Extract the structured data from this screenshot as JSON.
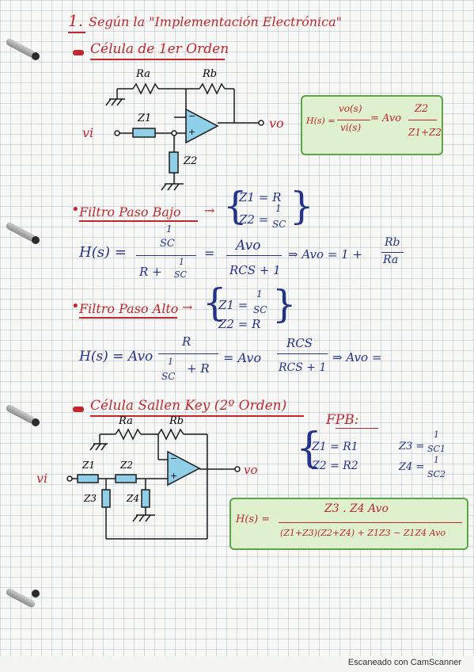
{
  "heading": {
    "number": "1.",
    "title": "Según la \"Implementación Electrónica\""
  },
  "section1": {
    "title": "Célula de 1er Orden",
    "labels": {
      "ra": "Ra",
      "rb": "Rb",
      "vi": "vi",
      "vo": "vo",
      "z1": "Z1",
      "z2": "Z2",
      "minus": "−",
      "plus": "+"
    },
    "formula": {
      "lhs": "H(s) =",
      "frac1_num": "vo(s)",
      "frac1_den": "vi(s)",
      "mid": "= Avo",
      "frac2_num": "Z2",
      "frac2_den": "Z1+Z2"
    }
  },
  "low_pass": {
    "title": "Filtro Paso Bajo",
    "arrow": "→",
    "cond1": "Z1 = R",
    "cond2_num": "1",
    "cond2_pre": "Z2 =",
    "cond2_den": "SC",
    "h_lhs": "H(s) =",
    "f1_num_a": "1",
    "f1_num_b": "SC",
    "f1_den_a": "R +",
    "f1_den_b_num": "1",
    "f1_den_b_den": "SC",
    "eq": "=",
    "f2_num": "Avo",
    "f2_den": "RCS + 1",
    "implies": "⇒ Avo = 1 +",
    "gain_num": "Rb",
    "gain_den": "Ra"
  },
  "high_pass": {
    "title": "Filtro Paso Alto",
    "arrow": "→",
    "cond1_pre": "Z1 =",
    "cond1_num": "1",
    "cond1_den": "SC",
    "cond2": "Z2 = R",
    "h_lhs": "H(s) = Avo",
    "f1_num": "R",
    "f1_den_a_num": "1",
    "f1_den_a_den": "SC",
    "f1_den_b": "+ R",
    "mid": "= Avo",
    "f2_num": "RCS",
    "f2_den": "RCS + 1",
    "implies": "⇒ Avo ="
  },
  "section2": {
    "title": "Célula Sallen Key (2º Orden)",
    "labels": {
      "ra": "Ra",
      "rb": "Rb",
      "vi": "vi",
      "vo": "vo",
      "z1": "Z1",
      "z2": "Z2",
      "z3": "Z3",
      "z4": "Z4",
      "minus": "−",
      "plus": "+"
    },
    "fpb": {
      "title": "FPB:",
      "z1": "Z1 = R1",
      "z2": "Z2 = R2",
      "z3_pre": "Z3 =",
      "z3_num": "1",
      "z3_den": "SC1",
      "z4_pre": "Z4 =",
      "z4_num": "1",
      "z4_den": "SC2"
    },
    "formula": {
      "lhs": "H(s) =",
      "num": "Z3 . Z4 Avo",
      "den": "(Z1+Z3)(Z2+Z4) + Z1Z3 − Z1Z4 Avo"
    }
  },
  "footer": "Escaneado con CamScanner"
}
